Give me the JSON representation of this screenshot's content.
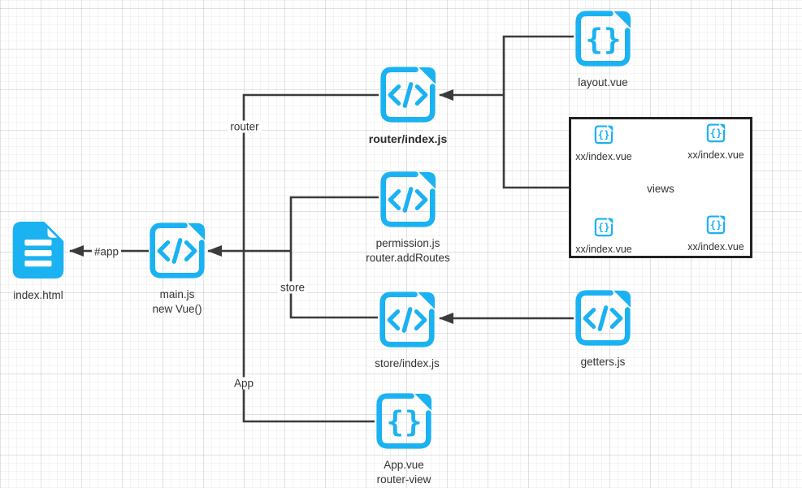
{
  "diagram": {
    "colors": {
      "accent": "#1bb2f2",
      "line": "#3b3b3b",
      "text": "#333333",
      "views_border": "#222222",
      "grid": "#ebebeb"
    },
    "nodes": [
      {
        "label": "index.html",
        "icon": "document-icon"
      },
      {
        "label": "main.js",
        "sublabel": "new Vue()",
        "icon": "code-file-icon"
      },
      {
        "label": "router/index.js",
        "icon": "code-file-icon"
      },
      {
        "label": "permission.js",
        "sublabel": "router.addRoutes",
        "icon": "code-file-icon"
      },
      {
        "label": "store/index.js",
        "icon": "code-file-icon"
      },
      {
        "label": "App.vue",
        "sublabel": "router-view",
        "icon": "brace-file-icon"
      },
      {
        "label": "layout.vue",
        "icon": "brace-file-icon"
      },
      {
        "label": "getters.js",
        "icon": "code-file-icon"
      }
    ],
    "group": {
      "label": "views",
      "items": [
        "xx/index.vue",
        "xx/index.vue",
        "xx/index.vue",
        "xx/index.vue"
      ]
    },
    "edge_labels": [
      {
        "label": "#app"
      },
      {
        "label": "router"
      },
      {
        "label": "store"
      },
      {
        "label": "App"
      }
    ]
  }
}
